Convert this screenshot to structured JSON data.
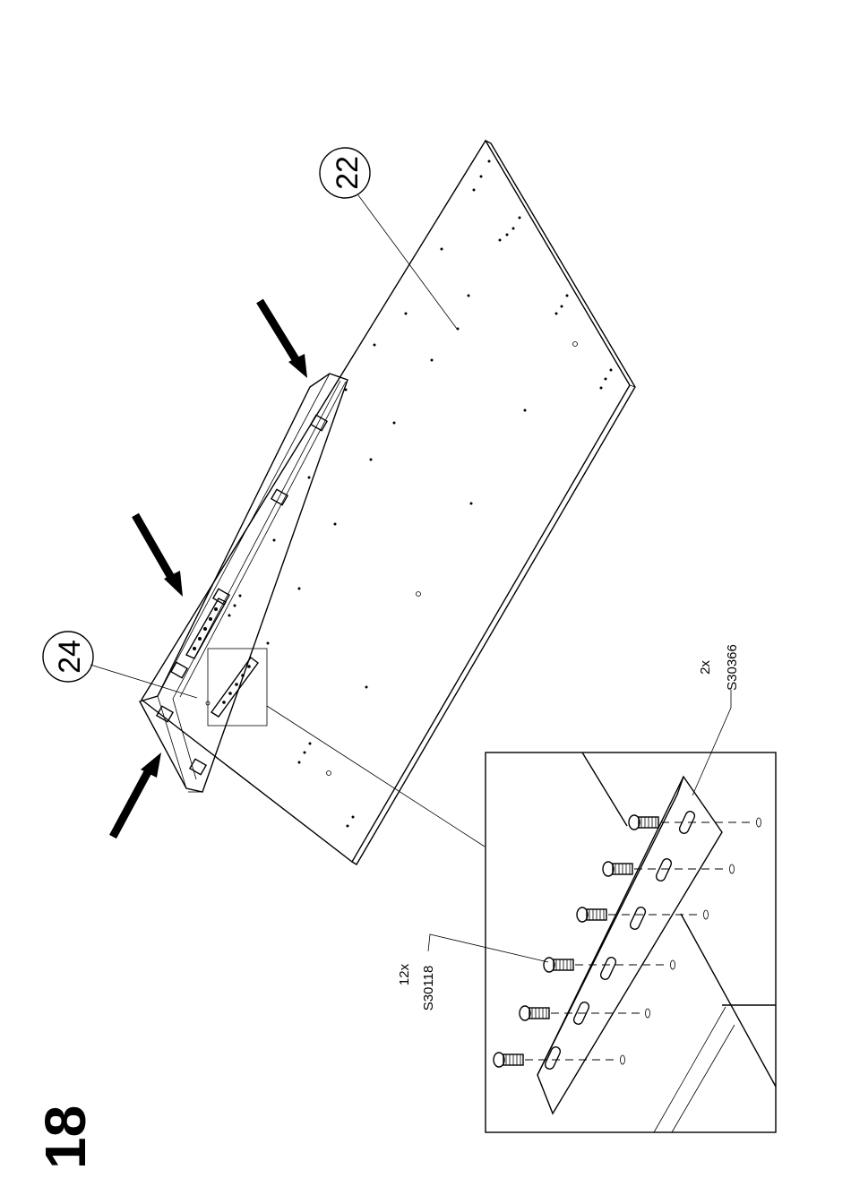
{
  "step": {
    "number": "18"
  },
  "parts": {
    "panel_22": "22",
    "rail_24": "24"
  },
  "hardware": {
    "screw_qty": "12x",
    "screw_code": "S30118",
    "bracket_qty": "2x",
    "bracket_code": "S30366"
  }
}
